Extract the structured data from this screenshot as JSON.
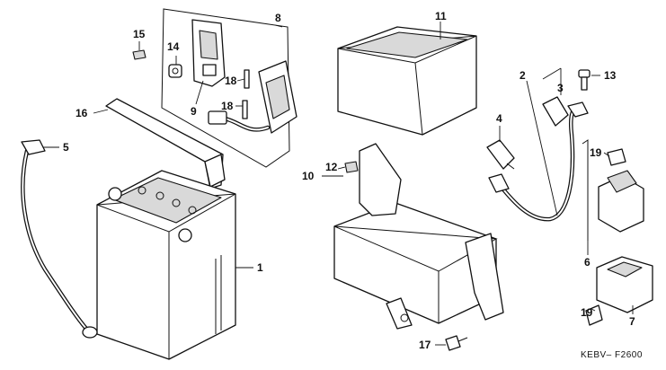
{
  "callouts": {
    "c1": "1",
    "c2": "2",
    "c3": "3",
    "c4": "4",
    "c5": "5",
    "c6": "6",
    "c7": "7",
    "c8": "8",
    "c9": "9",
    "c10": "10",
    "c11": "11",
    "c12": "12",
    "c13": "13",
    "c14": "14",
    "c15": "15",
    "c16": "16",
    "c17": "17",
    "c18a": "18",
    "c18b": "18",
    "c19a": "19",
    "c19b": "19"
  },
  "figure_code": "KEBV– F2600"
}
